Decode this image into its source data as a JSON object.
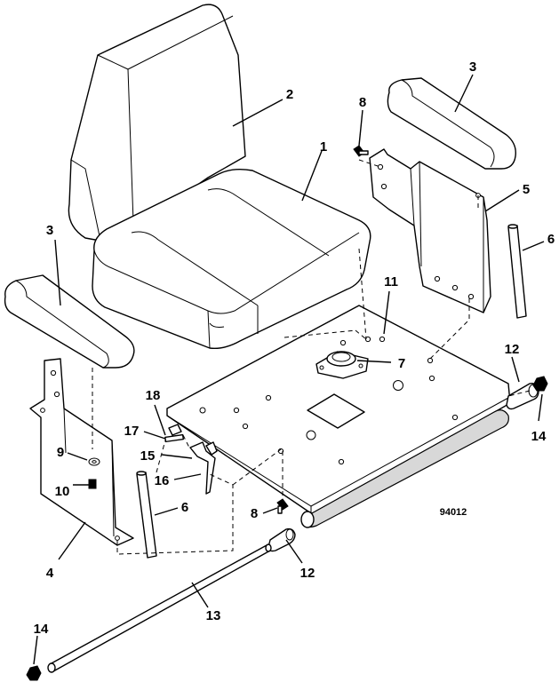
{
  "drawing_number": "94012",
  "callouts": {
    "c1": "1",
    "c2": "2",
    "c3a": "3",
    "c3b": "3",
    "c4": "4",
    "c5": "5",
    "c6a": "6",
    "c6b": "6",
    "c7": "7",
    "c8a": "8",
    "c8b": "8",
    "c9": "9",
    "c10": "10",
    "c11": "11",
    "c12a": "12",
    "c12b": "12",
    "c13": "13",
    "c14a": "14",
    "c14b": "14",
    "c15": "15",
    "c16": "16",
    "c17": "17",
    "c18": "18"
  }
}
